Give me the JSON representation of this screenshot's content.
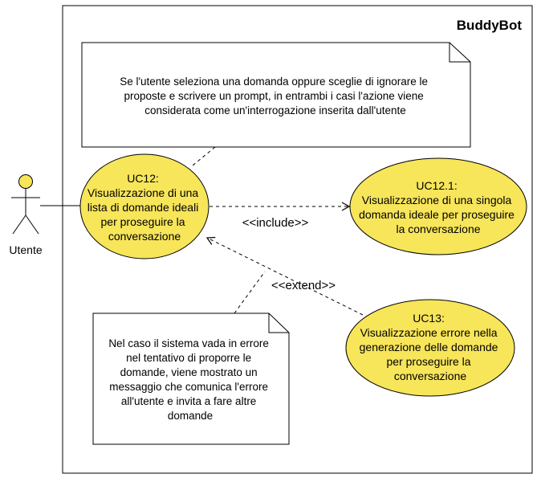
{
  "system": {
    "title": "BuddyBot"
  },
  "actor": {
    "label": "Utente"
  },
  "use_cases": [
    {
      "id": "uc12",
      "lines": [
        "UC12:",
        "Visualizzazione di una",
        "lista di domande ideali",
        "per proseguire la",
        "conversazione"
      ]
    },
    {
      "id": "uc12-1",
      "lines": [
        "UC12.1:",
        "Visualizzazione di una singola",
        "domanda ideale per proseguire",
        "la conversazione"
      ]
    },
    {
      "id": "uc13",
      "lines": [
        "UC13:",
        "Visualizzazione errore nella",
        "generazione delle domande",
        "per proseguire la",
        "conversazione"
      ]
    }
  ],
  "relations": {
    "include_label": "<<include>>",
    "extend_label": "<<extend>>"
  },
  "notes": [
    {
      "id": "top-note",
      "lines": [
        "Se l'utente seleziona una domanda oppure sceglie di ignorare le",
        "proposte e scrivere un prompt, in entrambi i casi l'azione viene",
        "considerata come un'interrogazione inserita dall'utente"
      ]
    },
    {
      "id": "bottom-note",
      "lines": [
        "Nel caso il sistema vada in errore",
        "nel tentativo di proporre le",
        "domande, viene mostrato un",
        "messaggio che comunica l'errore",
        "all'utente e invita a fare altre",
        "domande"
      ]
    }
  ],
  "colors": {
    "use_case_fill": "#f7e55a",
    "stroke": "#000000",
    "background": "#ffffff"
  }
}
